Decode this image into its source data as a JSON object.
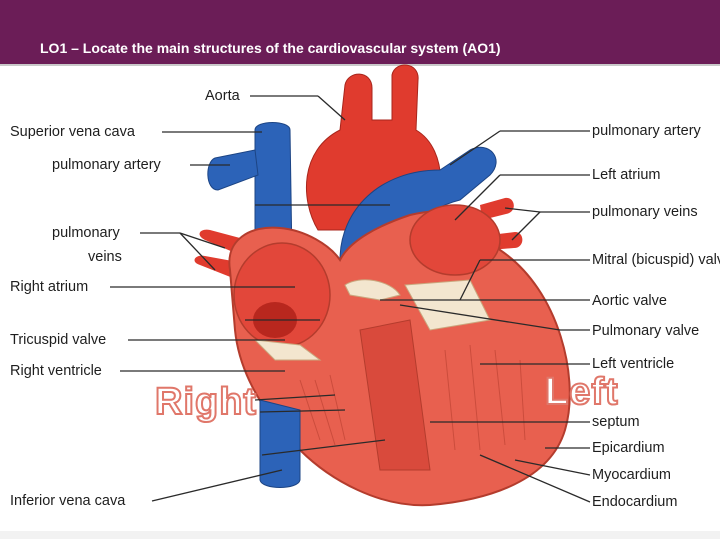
{
  "header": {
    "title": "LO1 – Locate the main structures of the cardiovascular system (AO1)",
    "color": "#6b1d57"
  },
  "labels": {
    "left": {
      "aorta": "Aorta",
      "superior_vena_cava": "Superior vena cava",
      "pulmonary_artery": "pulmonary artery",
      "pulmonary_veins_1": "pulmonary",
      "pulmonary_veins_2": "veins",
      "right_atrium": "Right atrium",
      "tricuspid_valve": "Tricuspid valve",
      "right_ventricle": "Right ventricle",
      "inferior_vena_cava": "Inferior vena cava"
    },
    "right": {
      "pulmonary_artery": "pulmonary artery",
      "left_atrium": "Left atrium",
      "pulmonary_veins": "pulmonary veins",
      "mitral_valve": "Mitral (bicuspid) valve",
      "aortic_valve": "Aortic valve",
      "pulmonary_valve": "Pulmonary valve",
      "left_ventricle": "Left ventricle",
      "septum": "septum",
      "epicardium": "Epicardium",
      "myocardium": "Myocardium",
      "endocardium": "Endocardium"
    },
    "side_right": "Right",
    "side_left": "Left"
  },
  "colors": {
    "oxygenated": "#e03b2e",
    "deoxygenated": "#2c63b8",
    "muscle": "#e8604f",
    "valve": "#f3e6cf"
  }
}
